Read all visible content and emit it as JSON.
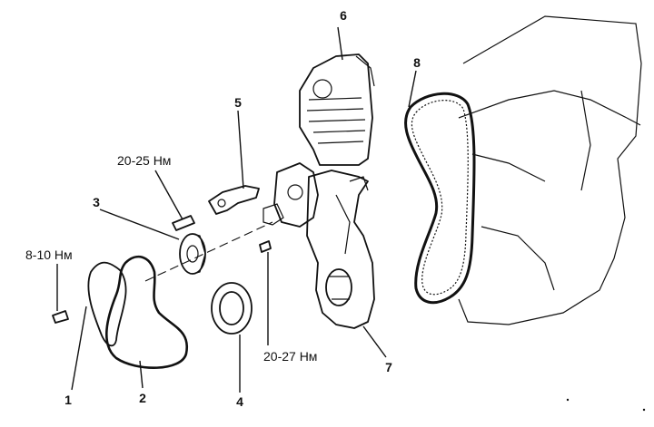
{
  "labels": {
    "n1": "1",
    "n2": "2",
    "n3": "3",
    "n4": "4",
    "n5": "5",
    "n6": "6",
    "n7": "7",
    "n8": "8"
  },
  "torques": {
    "t_8_10": "8-10 Нм",
    "t_20_25": "20-25 Нм",
    "t_20_27": "20-27 Нм"
  }
}
